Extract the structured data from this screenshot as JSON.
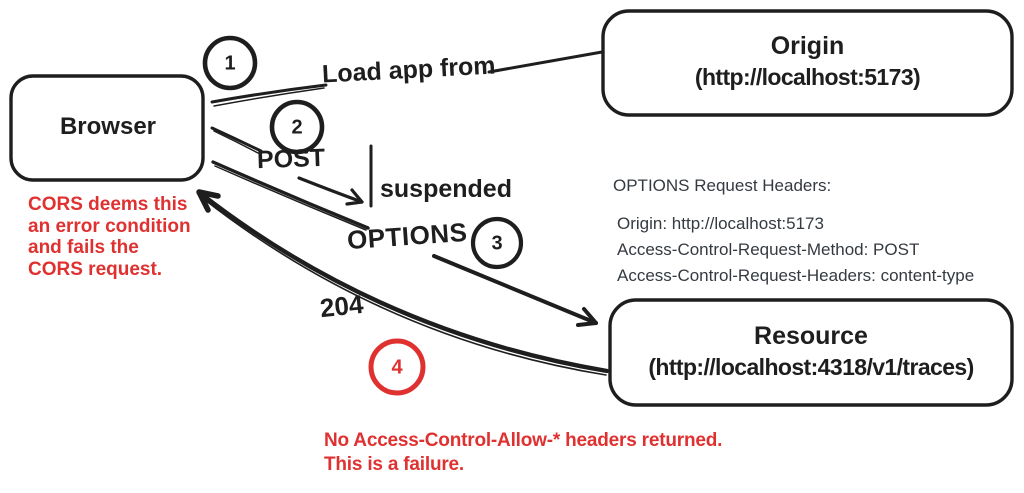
{
  "diagram": {
    "nodes": {
      "browser": {
        "label": "Browser"
      },
      "origin": {
        "title": "Origin",
        "subtitle": "(http://localhost:5173)"
      },
      "resource": {
        "title": "Resource",
        "subtitle": "(http://localhost:4318/v1/traces)"
      }
    },
    "steps": {
      "s1": "1",
      "s2": "2",
      "s3": "3",
      "s4": "4"
    },
    "labels": {
      "load_app": "Load app from",
      "post": "POST",
      "suspended": "suspended",
      "options": "OPTIONS",
      "status_204": "204"
    },
    "notes": {
      "cors_error": "CORS deems this\nan error condition\nand fails the\nCORS request.",
      "headers_title": "OPTIONS Request Headers:",
      "headers_lines": "Origin: http://localhost:5173\nAccess-Control-Request-Method: POST\nAccess-Control-Request-Headers: content-type",
      "failure": "No Access-Control-Allow-* headers returned.\nThis is a failure."
    },
    "colors": {
      "ink": "#1e1e1e",
      "red": "#e03131",
      "headers_text": "#343a40"
    }
  }
}
